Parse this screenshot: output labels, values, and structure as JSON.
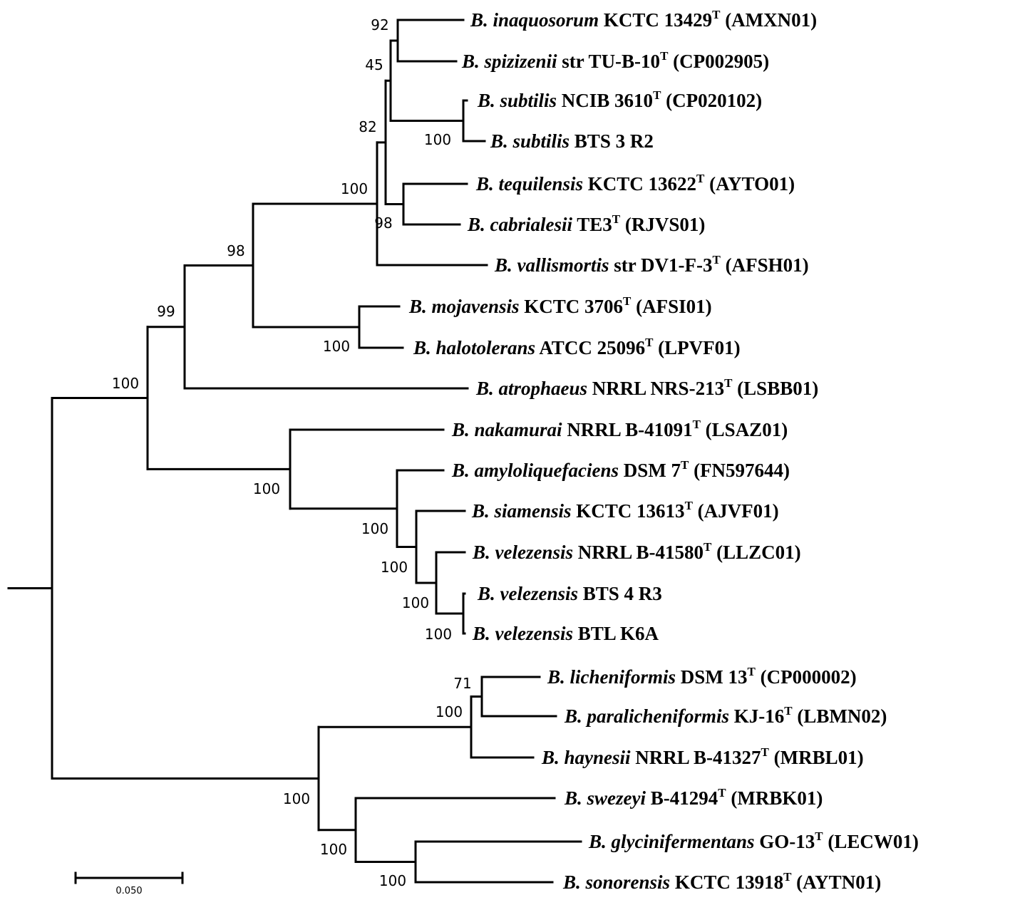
{
  "tree": {
    "branch_color": "#000000",
    "scale_bar": {
      "label": "0.050"
    },
    "leaves": [
      {
        "id": "inaquosorum",
        "species": "B. inaquosorum",
        "strain": "KCTC 13429",
        "type_strain": true,
        "accession": "(AMXN01)"
      },
      {
        "id": "spizizenii",
        "species": "B. spizizenii",
        "strain": "str TU-B-10",
        "type_strain": true,
        "accession": "(CP002905)"
      },
      {
        "id": "subtilis-ncib",
        "species": "B. subtilis",
        "strain": "NCIB 3610",
        "type_strain": true,
        "accession": "(CP020102)"
      },
      {
        "id": "subtilis-bts3",
        "species": "B. subtilis",
        "strain": "BTS 3 R2",
        "type_strain": false,
        "accession": ""
      },
      {
        "id": "tequilensis",
        "species": "B. tequilensis",
        "strain": "KCTC 13622",
        "type_strain": true,
        "accession": "(AYTO01)"
      },
      {
        "id": "cabrialesii",
        "species": "B. cabrialesii",
        "strain": "TE3",
        "type_strain": true,
        "accession": "(RJVS01)"
      },
      {
        "id": "vallismortis",
        "species": "B. vallismortis",
        "strain": "str DV1-F-3",
        "type_strain": true,
        "accession": "(AFSH01)"
      },
      {
        "id": "mojavensis",
        "species": "B. mojavensis",
        "strain": "KCTC 3706",
        "type_strain": true,
        "accession": "(AFSI01)"
      },
      {
        "id": "halotolerans",
        "species": "B. halotolerans",
        "strain": "ATCC 25096",
        "type_strain": true,
        "accession": "(LPVF01)"
      },
      {
        "id": "atrophaeus",
        "species": "B. atrophaeus",
        "strain": "NRRL NRS-213",
        "type_strain": true,
        "accession": "(LSBB01)"
      },
      {
        "id": "nakamurai",
        "species": "B. nakamurai",
        "strain": "NRRL B-41091",
        "type_strain": true,
        "accession": "(LSAZ01)"
      },
      {
        "id": "amyloliquefaciens",
        "species": "B. amyloliquefaciens",
        "strain": "DSM 7",
        "type_strain": true,
        "accession": "(FN597644)"
      },
      {
        "id": "siamensis",
        "species": "B. siamensis",
        "strain": "KCTC 13613",
        "type_strain": true,
        "accession": "(AJVF01)"
      },
      {
        "id": "velezensis-nrrl",
        "species": "B. velezensis",
        "strain": "NRRL B-41580",
        "type_strain": true,
        "accession": "(LLZC01)"
      },
      {
        "id": "velezensis-bts4",
        "species": "B. velezensis",
        "strain": "BTS 4 R3",
        "type_strain": false,
        "accession": ""
      },
      {
        "id": "velezensis-btl",
        "species": "B. velezensis",
        "strain": "BTL K6A",
        "type_strain": false,
        "accession": ""
      },
      {
        "id": "licheniformis",
        "species": "B. licheniformis",
        "strain": "DSM 13",
        "type_strain": true,
        "accession": "(CP000002)"
      },
      {
        "id": "paralicheniformis",
        "species": "B. paralicheniformis",
        "strain": "KJ-16",
        "type_strain": true,
        "accession": "(LBMN02)"
      },
      {
        "id": "haynesii",
        "species": "B. haynesii",
        "strain": "NRRL B-41327",
        "type_strain": true,
        "accession": "(MRBL01)"
      },
      {
        "id": "swezeyi",
        "species": "B. swezeyi",
        "strain": "B-41294",
        "type_strain": true,
        "accession": "(MRBK01)"
      },
      {
        "id": "glycinifermentans",
        "species": "B. glycinifermentans",
        "strain": "GO-13",
        "type_strain": true,
        "accession": "(LECW01)"
      },
      {
        "id": "sonorensis",
        "species": "B. sonorensis",
        "strain": "KCTC 13918",
        "type_strain": true,
        "accession": "(AYTN01)"
      }
    ],
    "support_values": [
      {
        "id": "n-inaq-spiz",
        "value": "92"
      },
      {
        "id": "n-45",
        "value": "45"
      },
      {
        "id": "n-subtilis-pair",
        "value": "100"
      },
      {
        "id": "n-82",
        "value": "82"
      },
      {
        "id": "n-teq-cab",
        "value": "98"
      },
      {
        "id": "n-subtilis-group",
        "value": "100"
      },
      {
        "id": "n-moj-halo",
        "value": "100"
      },
      {
        "id": "n-98",
        "value": "98"
      },
      {
        "id": "n-99",
        "value": "99"
      },
      {
        "id": "n-100-upper",
        "value": "100"
      },
      {
        "id": "n-nakamurai",
        "value": "100"
      },
      {
        "id": "n-amylo",
        "value": "100"
      },
      {
        "id": "n-siamensis",
        "value": "100"
      },
      {
        "id": "n-velezensis",
        "value": "100"
      },
      {
        "id": "n-vel-pair",
        "value": "100"
      },
      {
        "id": "n-lich-para",
        "value": "71"
      },
      {
        "id": "n-lich-group",
        "value": "100"
      },
      {
        "id": "n-lower-root",
        "value": "100"
      },
      {
        "id": "n-swez-group",
        "value": "100"
      },
      {
        "id": "n-glyc-son",
        "value": "100"
      }
    ],
    "type_superscript": "T"
  }
}
